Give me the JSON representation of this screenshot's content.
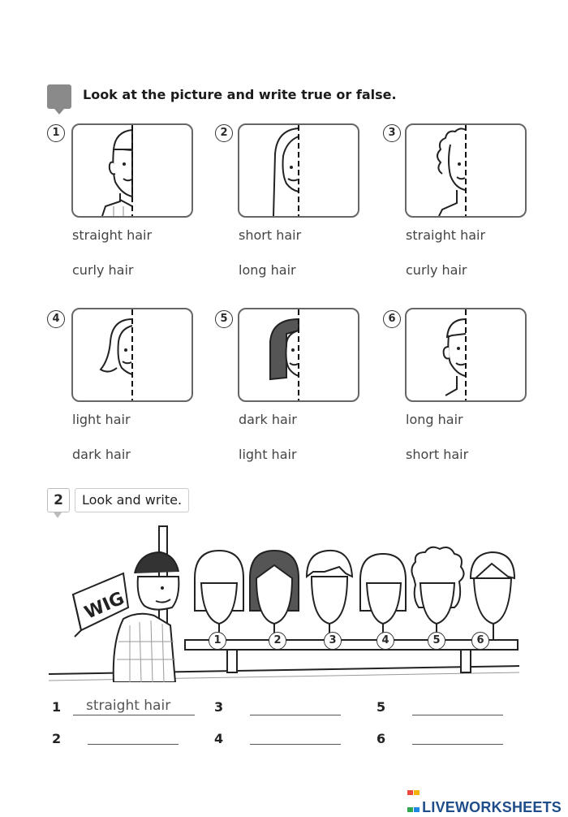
{
  "section1": {
    "instruction": "Look at the picture and write true or false.",
    "items": [
      {
        "number": "1",
        "options": [
          "straight hair",
          "curly hair"
        ]
      },
      {
        "number": "2",
        "options": [
          "short hair",
          "long hair"
        ]
      },
      {
        "number": "3",
        "options": [
          "straight hair",
          "curly hair"
        ]
      },
      {
        "number": "4",
        "options": [
          "light hair",
          "dark hair"
        ]
      },
      {
        "number": "5",
        "options": [
          "dark hair",
          "light hair"
        ]
      },
      {
        "number": "6",
        "options": [
          "long hair",
          "short hair"
        ]
      }
    ]
  },
  "section2": {
    "number": "2",
    "instruction": "Look and write.",
    "sign_text": "WIG",
    "wig_labels": [
      "1",
      "2",
      "3",
      "4",
      "5",
      "6"
    ],
    "answers": [
      {
        "number": "1",
        "value": "straight hair"
      },
      {
        "number": "2",
        "value": ""
      },
      {
        "number": "3",
        "value": ""
      },
      {
        "number": "4",
        "value": ""
      },
      {
        "number": "5",
        "value": ""
      },
      {
        "number": "6",
        "value": ""
      }
    ]
  },
  "brand": "LIVEWORKSHEETS",
  "colors": {
    "brand": "#1e4d8a",
    "tag": "#8a8a8a",
    "frame": "#666666"
  }
}
